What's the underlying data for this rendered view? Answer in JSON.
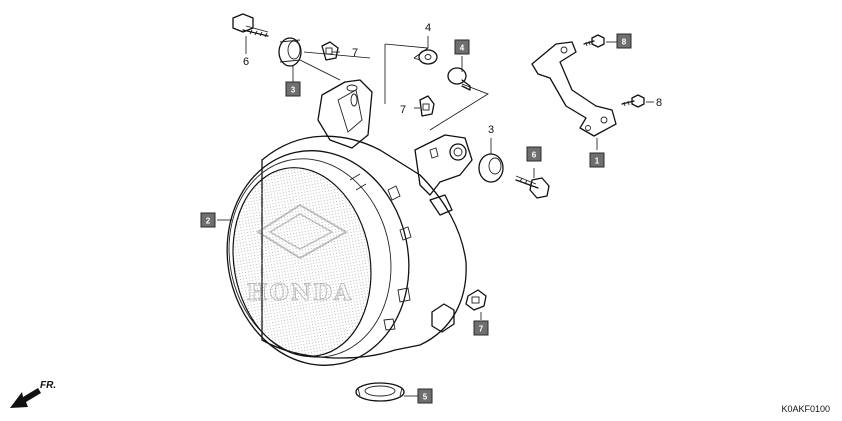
{
  "diagram": {
    "code": "K0AKF0100",
    "direction_label": "FR.",
    "callouts": [
      {
        "id": "c6a",
        "text": "6"
      },
      {
        "id": "c4a",
        "text": "4"
      },
      {
        "id": "c7a",
        "text": "7"
      },
      {
        "id": "c7b",
        "text": "7"
      },
      {
        "id": "c3a",
        "text": "3"
      },
      {
        "id": "c8a",
        "text": "8"
      }
    ],
    "tags": [
      {
        "id": "t3",
        "text": "3"
      },
      {
        "id": "t4",
        "text": "4"
      },
      {
        "id": "t2",
        "text": "2"
      },
      {
        "id": "t6",
        "text": "6"
      },
      {
        "id": "t8",
        "text": "8"
      },
      {
        "id": "t1",
        "text": "1"
      },
      {
        "id": "t7",
        "text": "7"
      },
      {
        "id": "t5",
        "text": "5"
      }
    ],
    "lens_watermark": "HONDA"
  }
}
